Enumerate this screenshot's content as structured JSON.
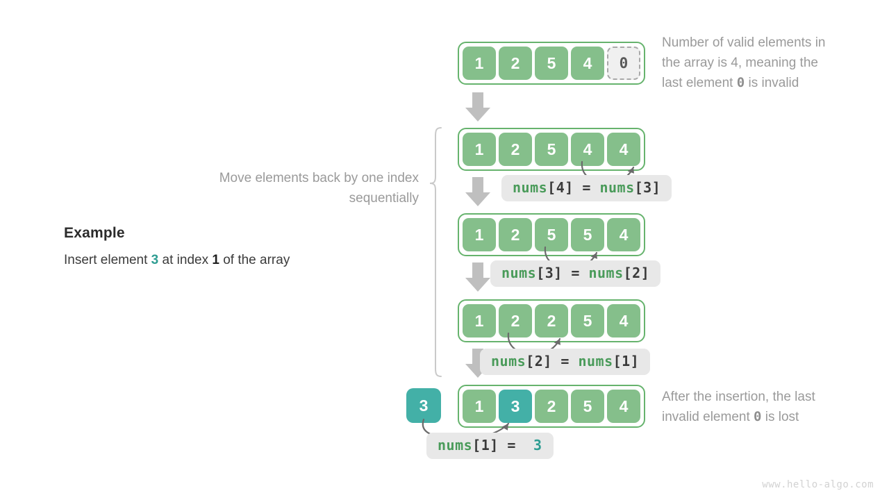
{
  "example": {
    "title": "Example",
    "desc_prefix": "Insert element ",
    "desc_value": "3",
    "desc_middle": " at index ",
    "desc_index": "1",
    "desc_suffix": " of the array"
  },
  "move_label": "Move elements back by one index sequentially",
  "notes": {
    "top_line1": "Number of valid elements in",
    "top_line2_a": "the array is 4, meaning the",
    "top_line3_a": "last element ",
    "top_line3_zero": "0",
    "top_line3_b": " is invalid",
    "bottom_line1": "After the insertion, the last",
    "bottom_line2_a": "invalid element ",
    "bottom_line2_zero": "0",
    "bottom_line2_b": " is lost"
  },
  "rows": [
    {
      "name": "row-initial",
      "cells": [
        "1",
        "2",
        "5",
        "4",
        "0"
      ],
      "invalid_index": 4,
      "teal_index": -1
    },
    {
      "name": "row-step1",
      "cells": [
        "1",
        "2",
        "5",
        "4",
        "4"
      ],
      "invalid_index": -1,
      "teal_index": -1
    },
    {
      "name": "row-step2",
      "cells": [
        "1",
        "2",
        "5",
        "5",
        "4"
      ],
      "invalid_index": -1,
      "teal_index": -1
    },
    {
      "name": "row-step3",
      "cells": [
        "1",
        "2",
        "2",
        "5",
        "4"
      ],
      "invalid_index": -1,
      "teal_index": -1
    },
    {
      "name": "row-final",
      "cells": [
        "1",
        "3",
        "2",
        "5",
        "4"
      ],
      "invalid_index": -1,
      "teal_index": 1
    }
  ],
  "insert_box_value": "3",
  "code_labels": [
    {
      "name": "code-nums4-eq-nums3",
      "fn1": "nums",
      "idx1": "4",
      "op": "=",
      "fn2": "nums",
      "idx2": "3",
      "teal": false
    },
    {
      "name": "code-nums3-eq-nums2",
      "fn1": "nums",
      "idx1": "3",
      "op": "=",
      "fn2": "nums",
      "idx2": "2",
      "teal": false
    },
    {
      "name": "code-nums2-eq-nums1",
      "fn1": "nums",
      "idx1": "2",
      "op": "=",
      "fn2": "nums",
      "idx2": "1",
      "teal": false
    },
    {
      "name": "code-nums1-eq-3",
      "fn1": "nums",
      "idx1": "1",
      "op": "=",
      "fn2": "",
      "idx2": "3",
      "teal": true
    }
  ],
  "watermark": "www.hello-algo.com",
  "colors": {
    "green": "#85bf8b",
    "green_border": "#66b36d",
    "teal": "#43b0a7",
    "gray_text": "#9a9a9a",
    "code_bg": "#e8e8e8",
    "arrow_gray": "#bfbfbf",
    "curve_gray": "#6b6b6b"
  }
}
